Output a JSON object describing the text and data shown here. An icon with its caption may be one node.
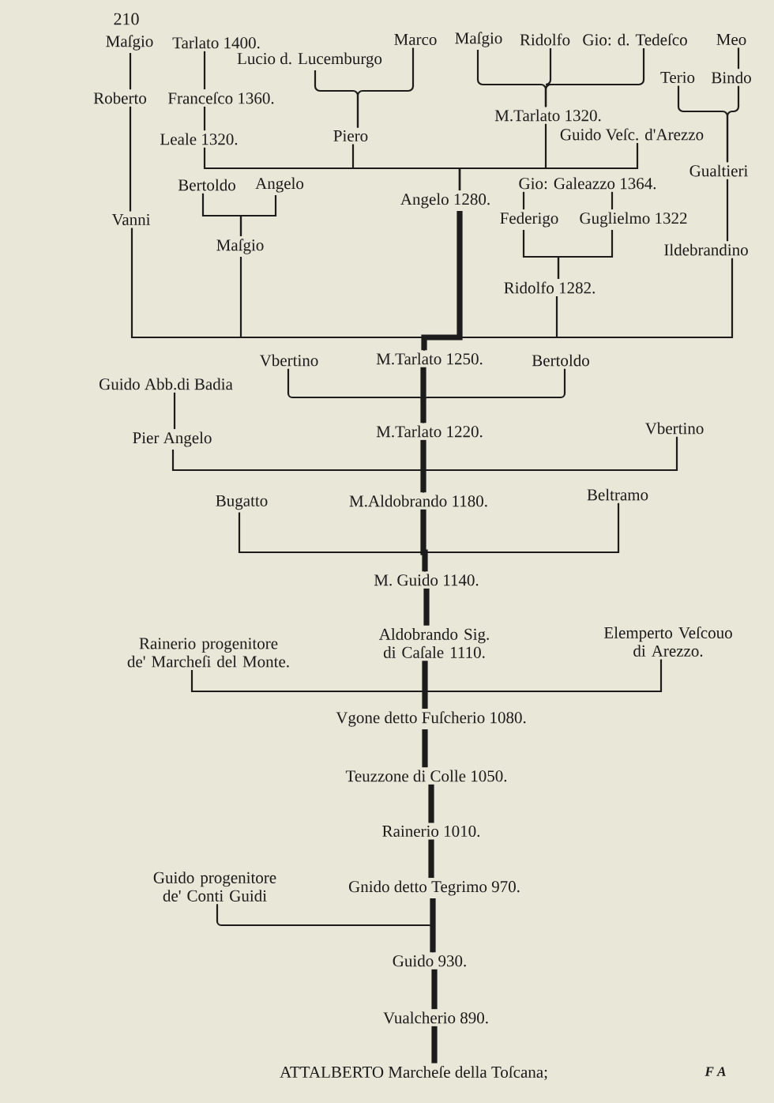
{
  "diagram": {
    "nodes": [
      {
        "text": [
          "Maſgio"
        ]
      },
      {
        "text": [
          "Tarlato 1400."
        ]
      },
      {
        "text": [
          "Marco"
        ]
      },
      {
        "text": [
          "Maſgio"
        ]
      },
      {
        "text": [
          "Ridolfo"
        ]
      },
      {
        "text": [
          "Gio: d. Tedeſco"
        ]
      },
      {
        "text": [
          "Meo"
        ]
      },
      {
        "text": [
          "Lucio d. Lucemburgo"
        ]
      },
      {
        "text": [
          "Terio"
        ]
      },
      {
        "text": [
          "Bindo"
        ]
      },
      {
        "text": [
          "Roberto"
        ]
      },
      {
        "text": [
          "Franceſco 1360."
        ]
      },
      {
        "text": [
          "M.Tarlato 1320."
        ]
      },
      {
        "text": [
          "Leale 1320."
        ]
      },
      {
        "text": [
          "Piero"
        ]
      },
      {
        "text": [
          "Guido Veſc. d'Arezzo"
        ]
      },
      {
        "text": [
          "Gualtieri"
        ]
      },
      {
        "text": [
          "Bertoldo"
        ]
      },
      {
        "text": [
          "Angelo"
        ]
      },
      {
        "text": [
          "Gio: Galeazzo 1364."
        ]
      },
      {
        "text": [
          "Angelo 1280."
        ]
      },
      {
        "text": [
          "Vanni"
        ]
      },
      {
        "text": [
          "Federigo"
        ]
      },
      {
        "text": [
          "Guglielmo 1322"
        ]
      },
      {
        "text": [
          "Maſgio"
        ]
      },
      {
        "text": [
          "Ildebrandino"
        ]
      },
      {
        "text": [
          "Ridolfo 1282."
        ]
      },
      {
        "text": [
          "Vbertino"
        ]
      },
      {
        "text": [
          "M.Tarlato 1250."
        ]
      },
      {
        "text": [
          "Bertoldo"
        ]
      },
      {
        "text": [
          "Guido Abb.di Badia"
        ]
      },
      {
        "text": [
          "Vbertino"
        ]
      },
      {
        "text": [
          "M.Tarlato 1220."
        ]
      },
      {
        "text": [
          "Pier Angelo"
        ]
      },
      {
        "text": [
          "Bugatto"
        ]
      },
      {
        "text": [
          "M.Aldobrando 1180."
        ]
      },
      {
        "text": [
          "Beltramo"
        ]
      },
      {
        "text": [
          "M. Guido 1140."
        ]
      },
      {
        "text": [
          "Rainerio progenitore de' Marcheſi del Monte."
        ]
      },
      {
        "text": [
          "Aldobrando Sig. di Caſale 1110."
        ]
      },
      {
        "text": [
          "Elemperto Veſcouo di Arezzo."
        ]
      },
      {
        "text": [
          "Vgone detto Fuſcherio 1080."
        ]
      },
      {
        "text": [
          "Teuzzone di Colle 1050."
        ]
      },
      {
        "text": [
          "Rainerio 1010."
        ]
      },
      {
        "text": [
          "Guido progenitore de' Conti Guidi"
        ]
      },
      {
        "text": [
          "Gnido detto Tegrimo 970."
        ]
      },
      {
        "text": [
          "Guido 930."
        ]
      },
      {
        "text": [
          "Vualcherio 890."
        ]
      },
      {
        "text": [
          "ATTALBERTO Marcheſe della Toſcana;"
        ]
      }
    ],
    "edges": [
      {
        "from": 10,
        "to": 0,
        "arrow": "none"
      },
      {
        "from": 11,
        "to": 1,
        "arrow": "none"
      },
      {
        "from": 14,
        "to": 2,
        "arrow": "none"
      },
      {
        "from": 12,
        "to": 3,
        "arrow": "none"
      },
      {
        "from": 12,
        "to": 4,
        "arrow": "none"
      },
      {
        "from": 12,
        "to": 5,
        "arrow": "none"
      },
      {
        "from": 9,
        "to": 6,
        "arrow": "none"
      },
      {
        "from": 14,
        "to": 7,
        "arrow": "none"
      },
      {
        "from": 16,
        "to": 8,
        "arrow": "none"
      },
      {
        "from": 16,
        "to": 9,
        "arrow": "none"
      },
      {
        "from": 21,
        "to": 10,
        "arrow": "none"
      },
      {
        "from": 13,
        "to": 11,
        "arrow": "none"
      },
      {
        "from": 20,
        "to": 12,
        "arrow": "none"
      },
      {
        "from": 20,
        "to": 13,
        "arrow": "none"
      },
      {
        "from": 20,
        "to": 14,
        "arrow": "none"
      },
      {
        "from": 20,
        "to": 15,
        "arrow": "none"
      },
      {
        "from": 25,
        "to": 16,
        "arrow": "none"
      },
      {
        "from": 24,
        "to": 17,
        "arrow": "none"
      },
      {
        "from": 24,
        "to": 18,
        "arrow": "none"
      },
      {
        "from": 22,
        "to": 19,
        "arrow": "none"
      },
      {
        "from": 23,
        "to": 19,
        "arrow": "none"
      },
      {
        "from": 28,
        "to": 20,
        "arrow": "none",
        "style": "thick"
      },
      {
        "from": 28,
        "to": 21,
        "arrow": "none"
      },
      {
        "from": 26,
        "to": 22,
        "arrow": "none"
      },
      {
        "from": 26,
        "to": 23,
        "arrow": "none"
      },
      {
        "from": 28,
        "to": 24,
        "arrow": "none"
      },
      {
        "from": 28,
        "to": 25,
        "arrow": "none"
      },
      {
        "from": 28,
        "to": 26,
        "arrow": "none"
      },
      {
        "from": 32,
        "to": 27,
        "arrow": "none"
      },
      {
        "from": 32,
        "to": 28,
        "arrow": "none",
        "style": "thick"
      },
      {
        "from": 32,
        "to": 29,
        "arrow": "none"
      },
      {
        "from": 33,
        "to": 30,
        "arrow": "none"
      },
      {
        "from": 35,
        "to": 31,
        "arrow": "none"
      },
      {
        "from": 35,
        "to": 32,
        "arrow": "none",
        "style": "thick"
      },
      {
        "from": 35,
        "to": 33,
        "arrow": "none"
      },
      {
        "from": 37,
        "to": 34,
        "arrow": "none"
      },
      {
        "from": 37,
        "to": 35,
        "arrow": "none",
        "style": "thick"
      },
      {
        "from": 37,
        "to": 36,
        "arrow": "none"
      },
      {
        "from": 39,
        "to": 37,
        "arrow": "none",
        "style": "thick"
      },
      {
        "from": 41,
        "to": 38,
        "arrow": "none"
      },
      {
        "from": 41,
        "to": 39,
        "arrow": "none",
        "style": "thick"
      },
      {
        "from": 41,
        "to": 40,
        "arrow": "none"
      },
      {
        "from": 42,
        "to": 41,
        "arrow": "none",
        "style": "thick"
      },
      {
        "from": 43,
        "to": 42,
        "arrow": "none",
        "style": "thick"
      },
      {
        "from": 45,
        "to": 43,
        "arrow": "none",
        "style": "thick"
      },
      {
        "from": 46,
        "to": 44,
        "arrow": "none"
      },
      {
        "from": 46,
        "to": 45,
        "arrow": "none",
        "style": "thick"
      },
      {
        "from": 47,
        "to": 46,
        "arrow": "none",
        "style": "thick"
      },
      {
        "from": 48,
        "to": 47,
        "arrow": "none",
        "style": "thick"
      }
    ],
    "labels": [
      "210",
      "F A"
    ]
  }
}
